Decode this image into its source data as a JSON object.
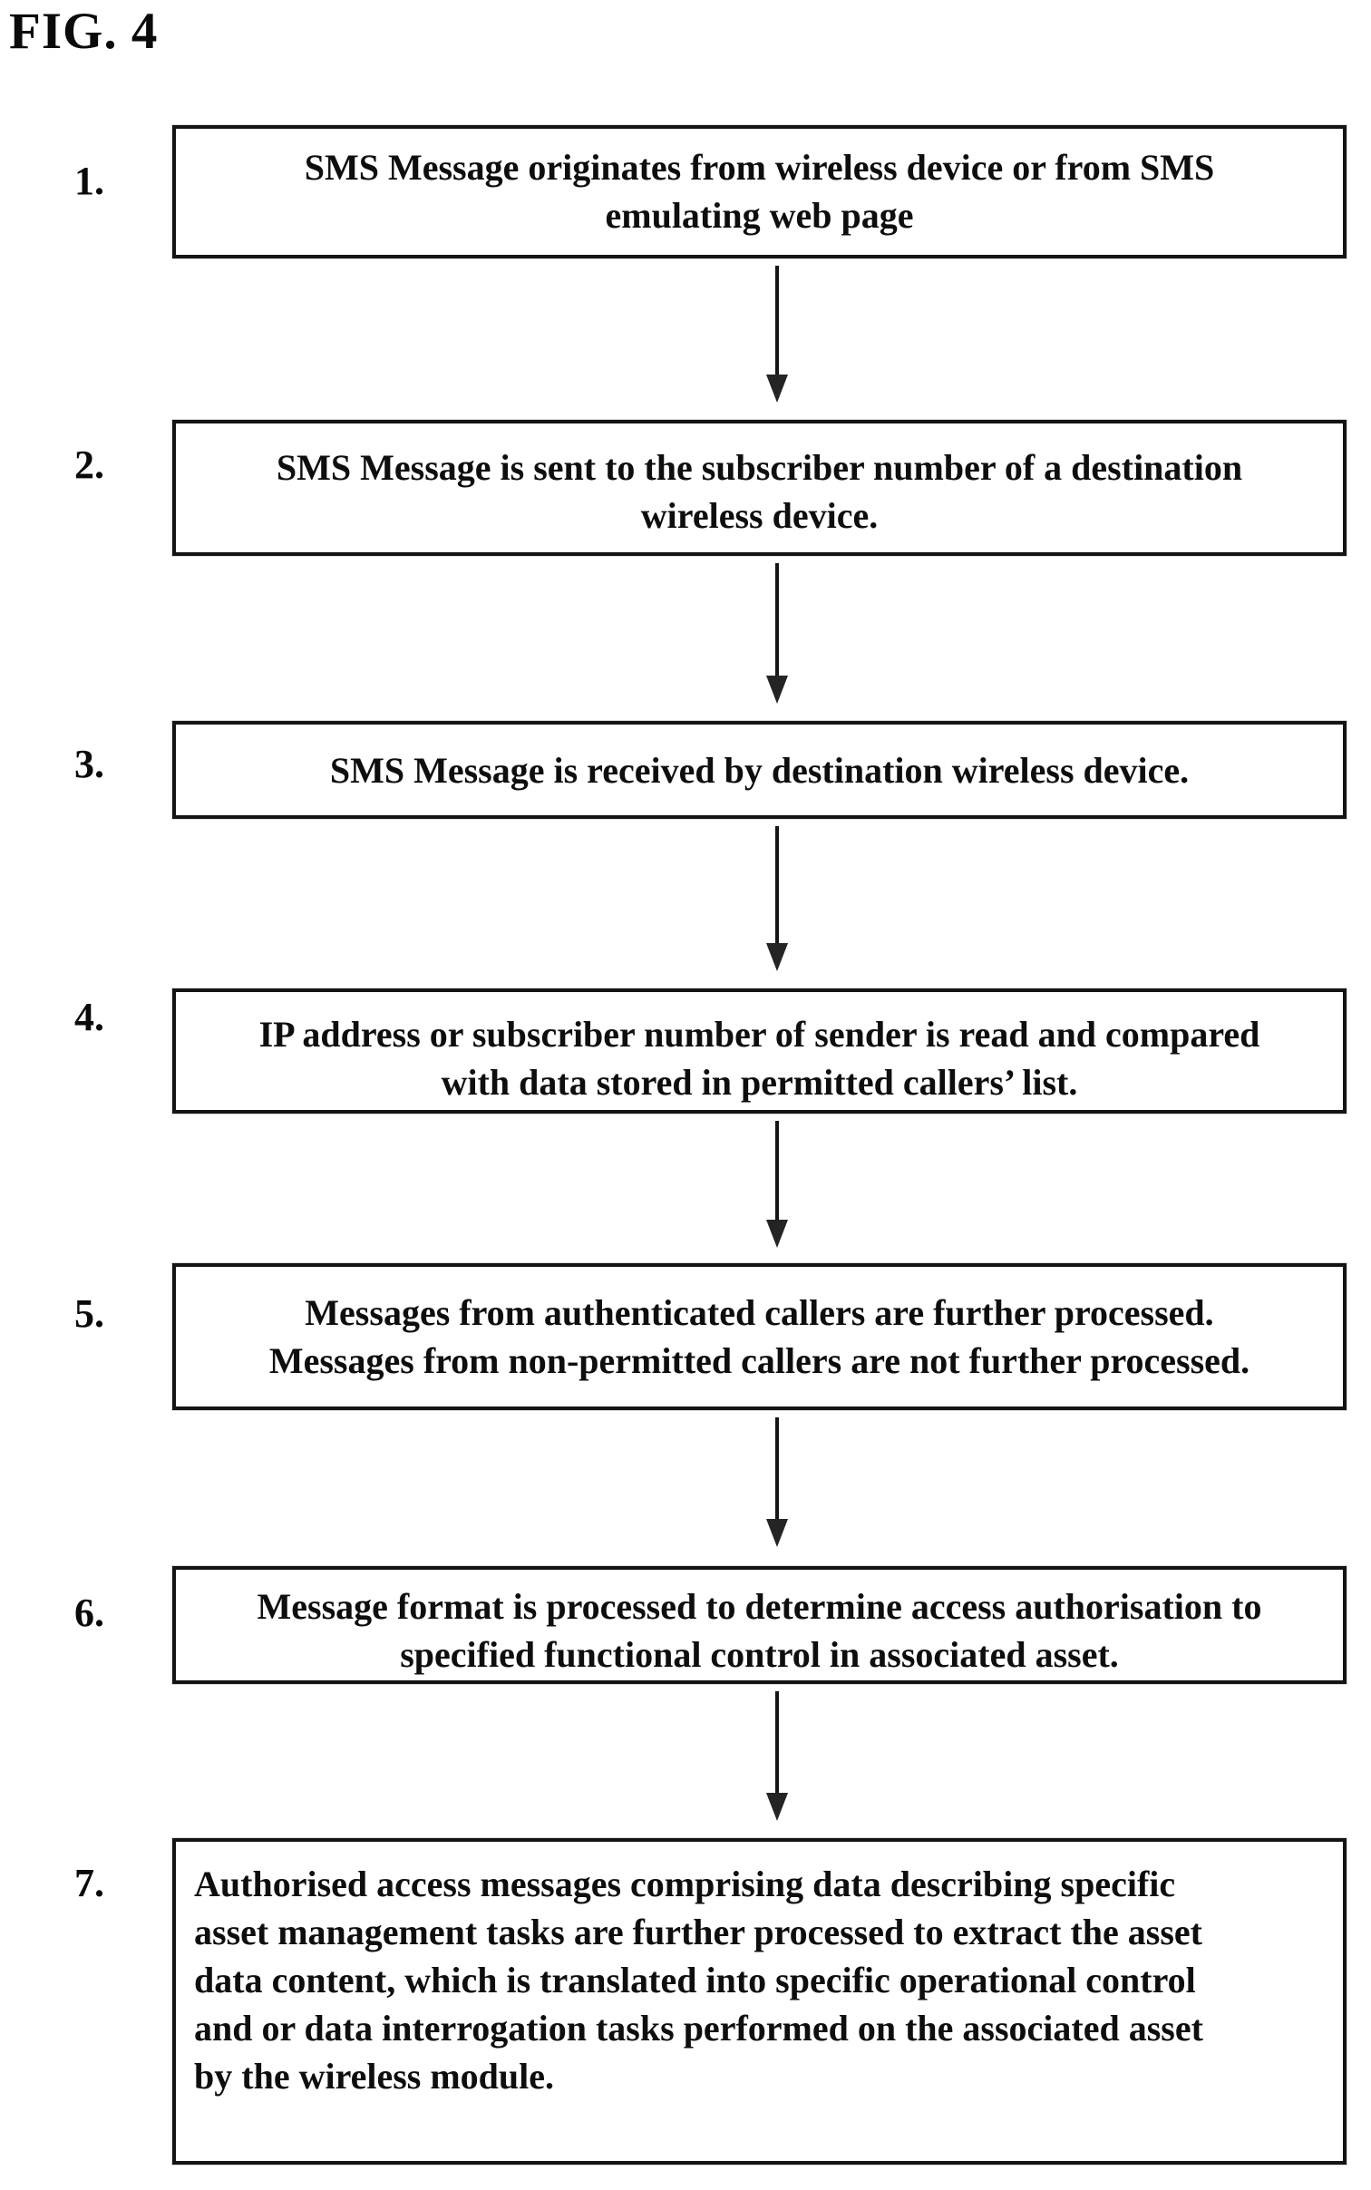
{
  "figure_label": "FIG. 4",
  "colors": {
    "ink": "#0e0e0e",
    "paper": "#ffffff"
  },
  "flowchart": {
    "steps": [
      {
        "number": "1.",
        "text": "SMS Message originates from wireless device or from SMS\nemulating web page"
      },
      {
        "number": "2.",
        "text": "SMS Message is sent to the subscriber number of a destination\nwireless device."
      },
      {
        "number": "3.",
        "text": "SMS Message is received by destination wireless device."
      },
      {
        "number": "4.",
        "text": "IP address or subscriber number of sender is read and compared\nwith data stored in permitted callers’ list."
      },
      {
        "number": "5.",
        "text": "Messages from authenticated callers are further processed.\nMessages from non-permitted callers are not further processed."
      },
      {
        "number": "6.",
        "text": "Message format is processed to determine access authorisation to\nspecified functional control in associated asset."
      },
      {
        "number": "7.",
        "text": "Authorised access messages comprising data describing specific\nasset management tasks are further processed to extract the asset\ndata content, which is translated into specific operational control\nand or data interrogation tasks performed on the associated asset\nby the wireless module."
      }
    ]
  }
}
